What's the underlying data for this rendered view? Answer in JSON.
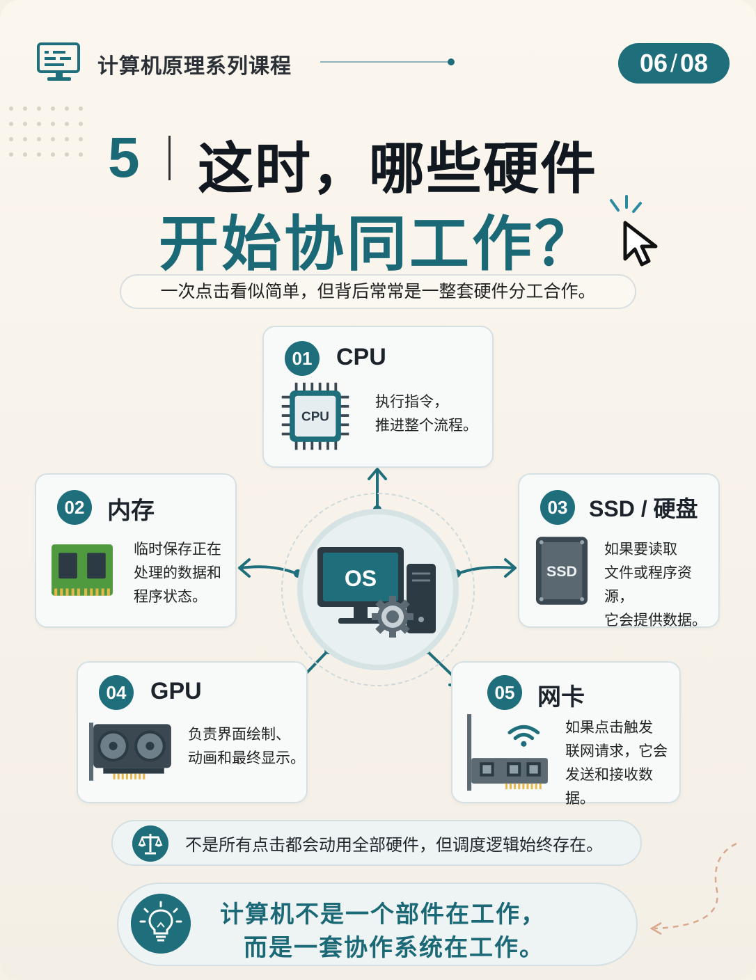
{
  "header": {
    "series_title": "计算机原理系列课程",
    "page_current": "06",
    "page_total": "08",
    "page_sep": "/"
  },
  "title": {
    "number": "5",
    "line1": "这时，哪些硬件",
    "line2": "开始协同工作？"
  },
  "subtitle": "一次点击看似简单，但背后常常是一整套硬件分工合作。",
  "center": {
    "label": "OS"
  },
  "cards": [
    {
      "num": "01",
      "title": "CPU",
      "chip_label": "CPU",
      "desc": [
        "执行指令，",
        "推进整个流程。"
      ]
    },
    {
      "num": "02",
      "title": "内存",
      "desc": [
        "临时保存正在",
        "处理的数据和",
        "程序状态。"
      ]
    },
    {
      "num": "03",
      "title": "SSD / 硬盘",
      "chip_label": "SSD",
      "desc": [
        "如果要读取",
        "文件或程序资源，",
        "它会提供数据。"
      ]
    },
    {
      "num": "04",
      "title": "GPU",
      "desc": [
        "负责界面绘制、",
        "动画和最终显示。"
      ]
    },
    {
      "num": "05",
      "title": "网卡",
      "desc": [
        "如果点击触发",
        "联网请求，它会",
        "发送和接收数据。"
      ]
    }
  ],
  "note": "不是所有点击都会动用全部硬件，但调度逻辑始终存在。",
  "conclusion": [
    "计算机不是一个部件在工作，",
    "而是一套协作系统在工作。"
  ],
  "colors": {
    "accent": "#1f6e7b",
    "text": "#1c232a",
    "background": "#f6f0e6"
  }
}
